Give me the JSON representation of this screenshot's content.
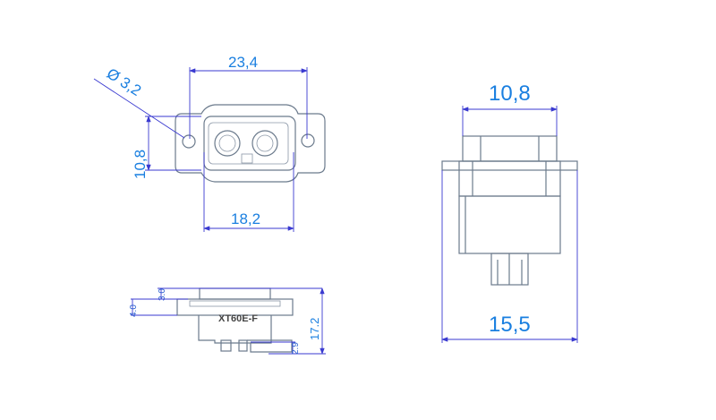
{
  "top_view": {
    "width": "23,4",
    "hole": "Ø 3,2",
    "height": "10,8",
    "housing_width": "18,2"
  },
  "side_view": {
    "model": "XT60E-F",
    "top_height": "3.0",
    "flange_height": "4.0",
    "total_height": "17.2",
    "pin_offset": "2.9"
  },
  "end_view": {
    "top_width": "10,8",
    "flange_width": "15,5"
  }
}
